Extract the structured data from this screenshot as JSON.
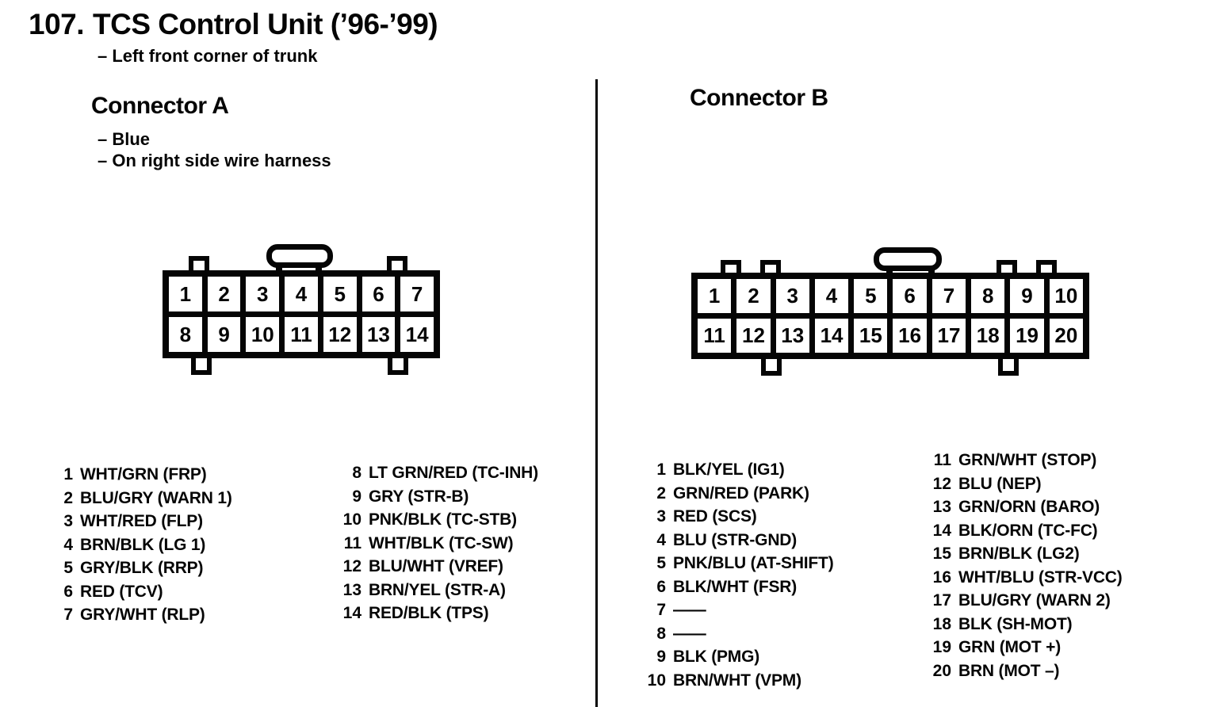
{
  "page": {
    "number": "107.",
    "title": "TCS Control Unit (’96-’99)",
    "location_note": "– Left front corner of trunk"
  },
  "colors": {
    "ink": "#050505",
    "paper": "#ffffff"
  },
  "connector_a": {
    "title": "Connector A",
    "note_color": "– Blue",
    "note_location": "– On right side wire harness",
    "cells": [
      "1",
      "2",
      "3",
      "4",
      "5",
      "6",
      "7",
      "8",
      "9",
      "10",
      "11",
      "12",
      "13",
      "14"
    ],
    "pins_left": [
      {
        "num": "1",
        "label": "WHT/GRN (FRP)"
      },
      {
        "num": "2",
        "label": "BLU/GRY (WARN 1)"
      },
      {
        "num": "3",
        "label": "WHT/RED (FLP)"
      },
      {
        "num": "4",
        "label": "BRN/BLK (LG 1)"
      },
      {
        "num": "5",
        "label": "GRY/BLK (RRP)"
      },
      {
        "num": "6",
        "label": "RED (TCV)"
      },
      {
        "num": "7",
        "label": "GRY/WHT (RLP)"
      }
    ],
    "pins_right": [
      {
        "num": "8",
        "label": "LT GRN/RED (TC-INH)"
      },
      {
        "num": "9",
        "label": "GRY (STR-B)"
      },
      {
        "num": "10",
        "label": "PNK/BLK (TC-STB)"
      },
      {
        "num": "11",
        "label": "WHT/BLK (TC-SW)"
      },
      {
        "num": "12",
        "label": "BLU/WHT (VREF)"
      },
      {
        "num": "13",
        "label": "BRN/YEL (STR-A)"
      },
      {
        "num": "14",
        "label": "RED/BLK (TPS)"
      }
    ]
  },
  "connector_b": {
    "title": "Connector B",
    "cells": [
      "1",
      "2",
      "3",
      "4",
      "5",
      "6",
      "7",
      "8",
      "9",
      "10",
      "11",
      "12",
      "13",
      "14",
      "15",
      "16",
      "17",
      "18",
      "19",
      "20"
    ],
    "pins_left": [
      {
        "num": "1",
        "label": "BLK/YEL (IG1)"
      },
      {
        "num": "2",
        "label": "GRN/RED (PARK)"
      },
      {
        "num": "3",
        "label": "RED (SCS)"
      },
      {
        "num": "4",
        "label": "BLU (STR-GND)"
      },
      {
        "num": "5",
        "label": "PNK/BLU (AT-SHIFT)"
      },
      {
        "num": "6",
        "label": "BLK/WHT (FSR)"
      },
      {
        "num": "7",
        "label": "——"
      },
      {
        "num": "8",
        "label": "——"
      },
      {
        "num": "9",
        "label": "BLK (PMG)"
      },
      {
        "num": "10",
        "label": "BRN/WHT (VPM)"
      }
    ],
    "pins_right": [
      {
        "num": "11",
        "label": "GRN/WHT (STOP)"
      },
      {
        "num": "12",
        "label": "BLU (NEP)"
      },
      {
        "num": "13",
        "label": "GRN/ORN (BARO)"
      },
      {
        "num": "14",
        "label": "BLK/ORN (TC-FC)"
      },
      {
        "num": "15",
        "label": "BRN/BLK (LG2)"
      },
      {
        "num": "16",
        "label": "WHT/BLU (STR-VCC)"
      },
      {
        "num": "17",
        "label": "BLU/GRY (WARN 2)"
      },
      {
        "num": "18",
        "label": "BLK (SH-MOT)"
      },
      {
        "num": "19",
        "label": "GRN (MOT +)"
      },
      {
        "num": "20",
        "label": "BRN (MOT –)"
      }
    ]
  }
}
